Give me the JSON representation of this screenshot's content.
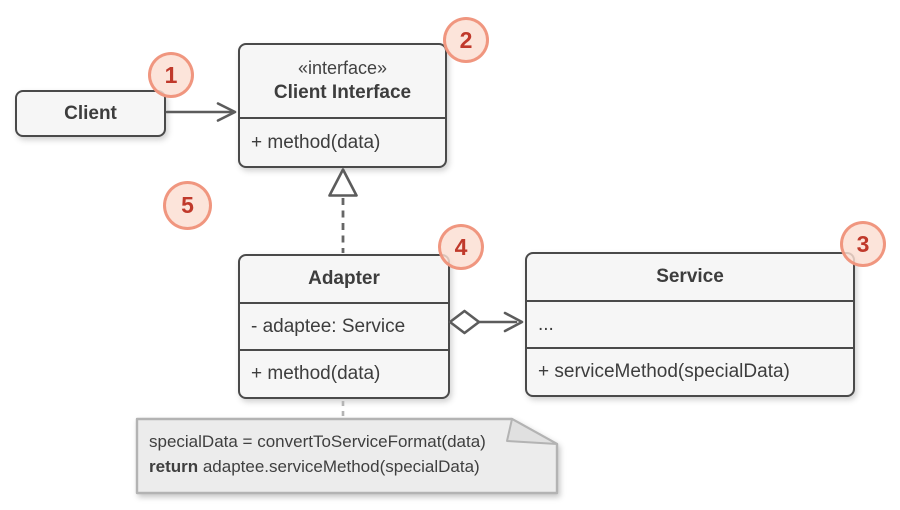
{
  "diagram": {
    "type": "uml-class-diagram",
    "pattern": "Adapter",
    "nodes": {
      "client": {
        "title": "Client"
      },
      "client_interface": {
        "stereotype": "«interface»",
        "title": "Client Interface",
        "method": "+ method(data)"
      },
      "adapter": {
        "title": "Adapter",
        "field": "- adaptee: Service",
        "method": "+ method(data)"
      },
      "service": {
        "title": "Service",
        "field": "...",
        "method": "+ serviceMethod(specialData)"
      }
    },
    "note": {
      "line1": "specialData = convertToServiceFormat(data)",
      "line2_keyword": "return",
      "line2_rest": " adaptee.serviceMethod(specialData)"
    },
    "badges": [
      "1",
      "2",
      "3",
      "4",
      "5"
    ],
    "relations": [
      {
        "from": "client",
        "to": "client_interface",
        "type": "association"
      },
      {
        "from": "adapter",
        "to": "client_interface",
        "type": "realization"
      },
      {
        "from": "adapter",
        "to": "service",
        "type": "aggregation"
      },
      {
        "from": "adapter",
        "to": "note",
        "type": "note-anchor"
      }
    ],
    "colors": {
      "box_fill": "#f6f6f6",
      "box_border": "#4a4a4a",
      "text": "#3d3d3d",
      "connector": "#5c5c5c",
      "badge_fill": "#fbded2",
      "badge_border": "#f09077",
      "badge_text": "#c0392b",
      "note_fill": "#ececec",
      "note_border": "#b3b3b3",
      "background": "#ffffff"
    }
  }
}
